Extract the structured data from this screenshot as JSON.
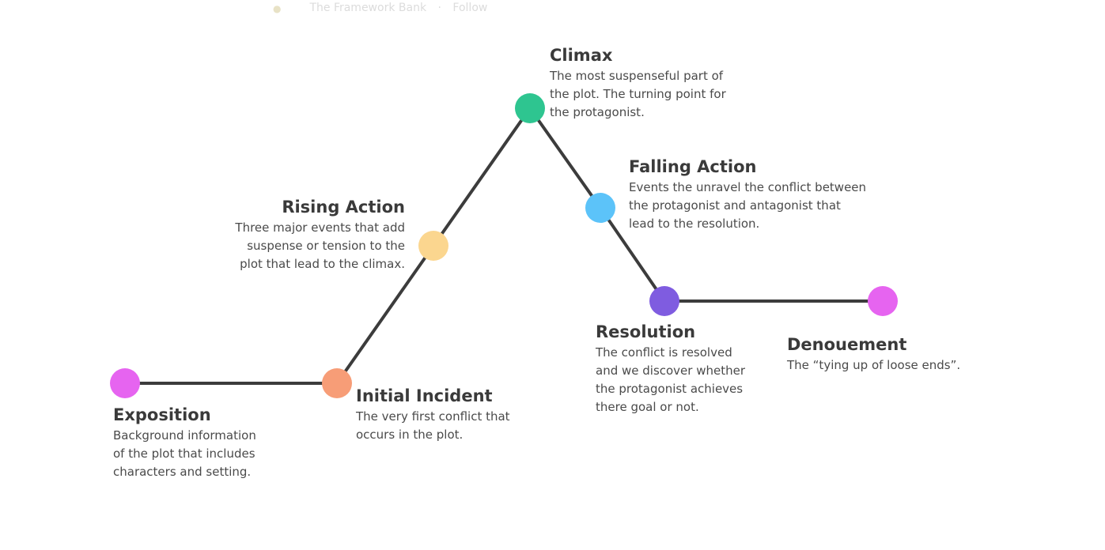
{
  "header": {
    "brand": "The Framework Bank",
    "follow": "Follow"
  },
  "colors": {
    "line": "#3c3c3c",
    "exposition": "#e664f0",
    "initial_incident": "#f79d77",
    "rising_action": "#fbd68f",
    "climax": "#2ec590",
    "falling_action": "#5cc3f9",
    "resolution": "#7f5ce0",
    "denouement": "#e664f0"
  },
  "stages": {
    "exposition": {
      "title": "Exposition",
      "lines": [
        "Background information",
        "of the plot that includes",
        "characters and setting."
      ]
    },
    "initial_incident": {
      "title": "Initial Incident",
      "lines": [
        "The very first conflict that",
        "occurs in the plot."
      ]
    },
    "rising_action": {
      "title": "Rising Action",
      "lines": [
        "Three major events that add",
        "suspense or tension to the",
        "plot that lead to the climax."
      ]
    },
    "climax": {
      "title": "Climax",
      "lines": [
        "The most suspenseful part of",
        "the plot. The turning point for",
        "the protagonist."
      ]
    },
    "falling_action": {
      "title": "Falling Action",
      "lines": [
        "Events the unravel the conflict between",
        "the protagonist and antagonist that",
        "lead to the resolution."
      ]
    },
    "resolution": {
      "title": "Resolution",
      "lines": [
        "The conflict is resolved",
        "and we discover whether",
        "the protagonist achieves",
        "there goal or not."
      ]
    },
    "denouement": {
      "title": "Denouement",
      "lines": [
        "The “tying up of loose ends”."
      ]
    }
  }
}
